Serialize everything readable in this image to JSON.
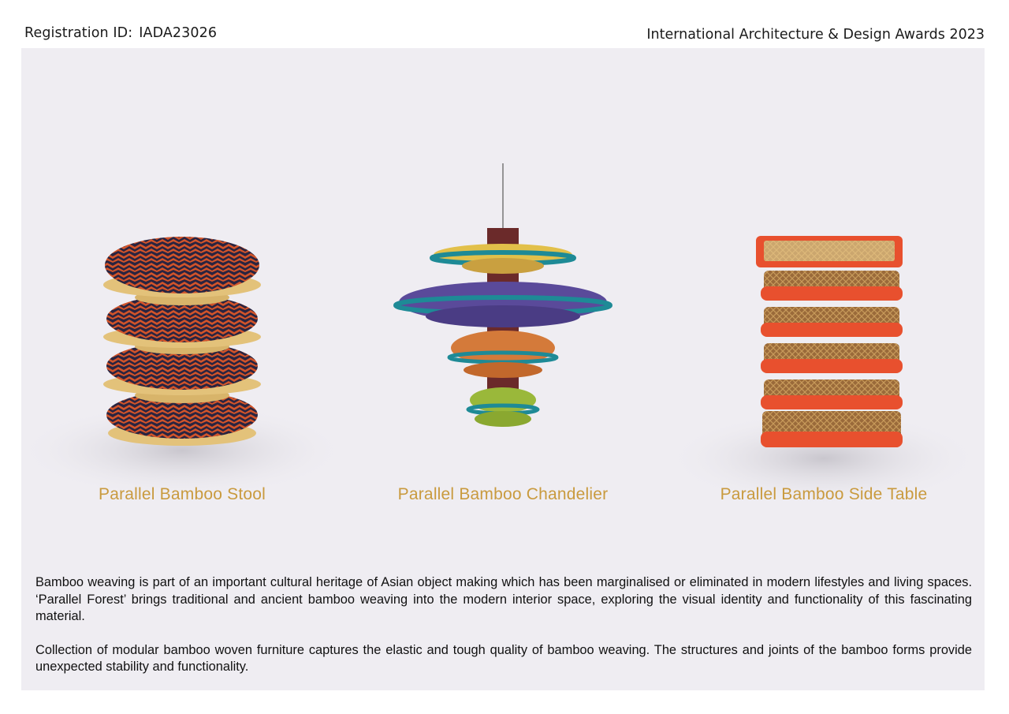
{
  "header": {
    "registration_label": "Registration ID:",
    "registration_id": "IADA23026",
    "award_title": "International Architecture & Design Awards 2023"
  },
  "products": [
    {
      "caption": "Parallel Bamboo Stool"
    },
    {
      "caption": "Parallel Bamboo Chandelier"
    },
    {
      "caption": "Parallel Bamboo Side Table"
    }
  ],
  "description": {
    "paragraph_1": "Bamboo weaving is part of an important cultural heritage of Asian object making which has been marginalised or eliminated in modern lifestyles and living spaces. ‘Parallel Forest’ brings traditional and ancient bamboo weaving into the modern interior space, exploring the visual identity and functionality of this fascinating material.",
    "paragraph_2": "Collection of modular bamboo woven furniture captures the elastic and tough quality of bamboo weaving. The structures and joints of the bamboo forms provide unexpected stability and functionality."
  },
  "colors": {
    "caption": "#c99a3e",
    "panel_background": "#efedf2",
    "stool_weave_dark": "#2a2440",
    "stool_weave_orange": "#d2542a",
    "bamboo_rim": "#e3c27a",
    "chandelier_teal": "#1e8a96",
    "chandelier_purple": "#5a4a9a",
    "chandelier_yellow": "#e2c04a",
    "chandelier_orange": "#d47a3a",
    "chandelier_green": "#9ab83a",
    "chandelier_stem": "#6b2a2a",
    "table_frame_red": "#e8502e",
    "table_weave": "#9a6a3a"
  }
}
